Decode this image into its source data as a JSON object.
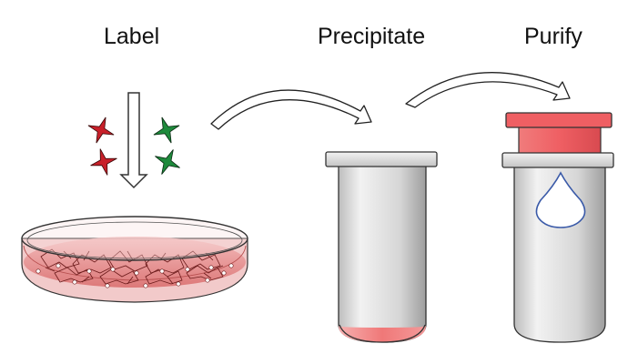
{
  "steps": {
    "label": "Label",
    "precipitate": "Precipitate",
    "purify": "Purify"
  },
  "colors": {
    "red_star": "#c8202a",
    "green_star": "#1e8a3c",
    "dish_fill": "#e88a8a",
    "tube_body": "#d9d9d9",
    "pellet": "#f07878",
    "column_cap": "#ef5f63",
    "drop_outline": "#3a5aa8",
    "outline": "#2a2a2a"
  },
  "icons": {
    "downward_arrow": "down-arrow-icon",
    "curved_arrow": "curved-arrow-icon",
    "drop": "drop-icon"
  }
}
